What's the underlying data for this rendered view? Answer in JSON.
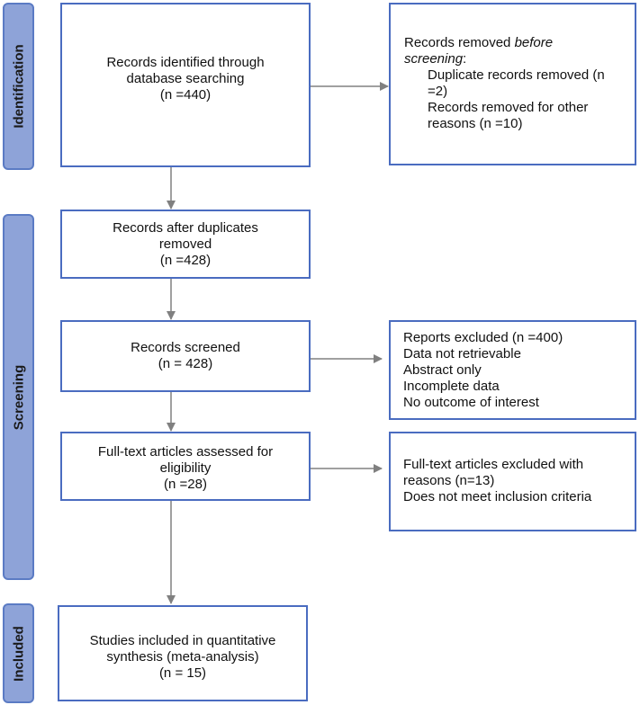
{
  "colors": {
    "phase_fill": "#8ea3d8",
    "phase_border": "#5b7bc4",
    "box_border": "#4a6cc0",
    "arrow": "#808080"
  },
  "phases": {
    "identification": "Identification",
    "screening": "Screening",
    "included": "Included"
  },
  "boxes": {
    "identified": {
      "line1": "Records identified through",
      "line2": "database searching",
      "line3": "(n =440)"
    },
    "removed_before": {
      "heading_plain": "Records removed ",
      "heading_italic": "before",
      "heading_italic2": "screening",
      "heading_colon": ":",
      "dup_line1": "Duplicate records removed (n",
      "dup_line2": "=2)",
      "other_line1": "Records removed for other",
      "other_line2": "reasons (n =10)"
    },
    "after_duplicates": {
      "line1": "Records after duplicates",
      "line2": "removed",
      "line3": "(n =428)"
    },
    "screened": {
      "line1": "Records screened",
      "line2": "(n = 428)"
    },
    "reports_excluded": {
      "line1": "Reports excluded (n =400)",
      "line2": "Data not retrievable",
      "line3": "Abstract only",
      "line4": "Incomplete data",
      "line5": "No outcome of interest"
    },
    "fulltext_assessed": {
      "line1": "Full-text articles assessed for",
      "line2": "eligibility",
      "line3": "(n =28)"
    },
    "fulltext_excluded": {
      "line1": "Full-text articles excluded with",
      "line2": "reasons (n=13)",
      "line3": "Does not meet inclusion criteria"
    },
    "included": {
      "line1": "Studies included in quantitative",
      "line2": "synthesis (meta-analysis)",
      "line3": "(n = 15)"
    }
  }
}
